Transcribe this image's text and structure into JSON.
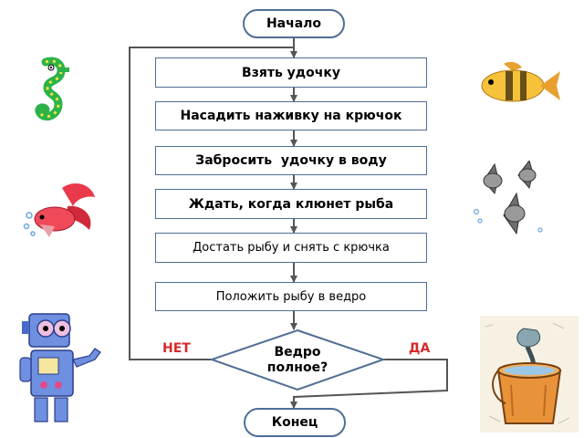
{
  "flowchart": {
    "start": "Начало",
    "steps": [
      "Взять удочку",
      "Насадить наживку на крючок",
      "Забросить  удочку в воду",
      "Ждать, когда клюнет рыба",
      "Достать рыбу и снять с крючка",
      "Положить рыбу в ведро"
    ],
    "decision": {
      "line1": "Ведро",
      "line2": "полное?"
    },
    "no_label": "НЕТ",
    "yes_label": "ДА",
    "end": "Конец"
  },
  "colors": {
    "box_border": "#4f6e95",
    "connector": "#555555",
    "branch_label": "#d62a2a"
  },
  "illustrations": [
    "seahorse-clipart",
    "yellow-fish-clipart",
    "red-fish-clipart",
    "angelfish-clipart",
    "robot-clipart",
    "fish-bucket-clipart"
  ]
}
